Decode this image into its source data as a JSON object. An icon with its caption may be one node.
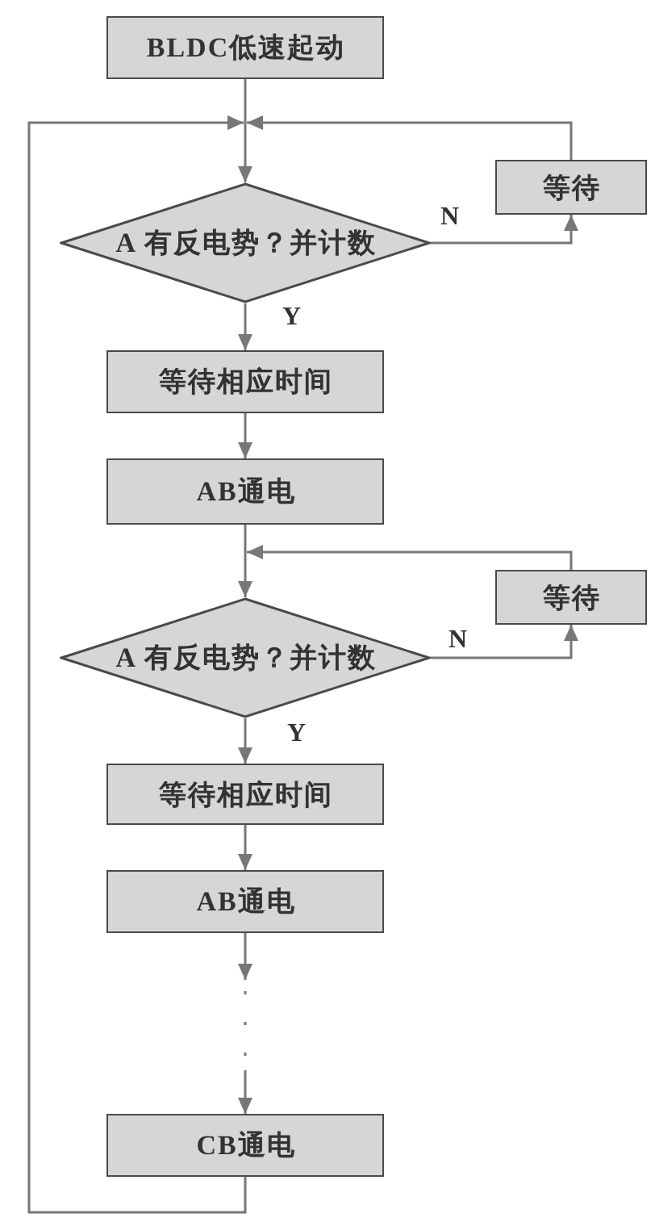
{
  "diagram": {
    "nodes": [
      {
        "text": [
          "BLDC低速起动"
        ]
      },
      {
        "text": [
          "A 有反电势？并计数"
        ]
      },
      {
        "text": [
          "等待"
        ]
      },
      {
        "text": [
          "等待相应时间"
        ]
      },
      {
        "text": [
          "AB通电"
        ]
      },
      {
        "text": [
          "A 有反电势？并计数"
        ]
      },
      {
        "text": [
          "等待"
        ]
      },
      {
        "text": [
          "等待相应时间"
        ]
      },
      {
        "text": [
          "AB通电"
        ]
      },
      {
        "text": [
          "CB通电"
        ]
      }
    ],
    "edges": [
      {
        "from": 0,
        "to": 1,
        "arrow": "to"
      },
      {
        "from": 1,
        "to": 2,
        "arrow": "to",
        "label": "N"
      },
      {
        "from": 2,
        "to": 1,
        "arrow": "to"
      },
      {
        "from": 1,
        "to": 3,
        "arrow": "to",
        "label": "Y"
      },
      {
        "from": 3,
        "to": 4,
        "arrow": "to"
      },
      {
        "from": 4,
        "to": 5,
        "arrow": "to"
      },
      {
        "from": 5,
        "to": 6,
        "arrow": "to",
        "label": "N"
      },
      {
        "from": 6,
        "to": 5,
        "arrow": "to"
      },
      {
        "from": 5,
        "to": 7,
        "arrow": "to",
        "label": "Y"
      },
      {
        "from": 7,
        "to": 8,
        "arrow": "to"
      },
      {
        "from": 8,
        "to": 9,
        "arrow": "to",
        "style": "dashed"
      },
      {
        "from": 9,
        "to": 1,
        "arrow": "to"
      }
    ]
  }
}
